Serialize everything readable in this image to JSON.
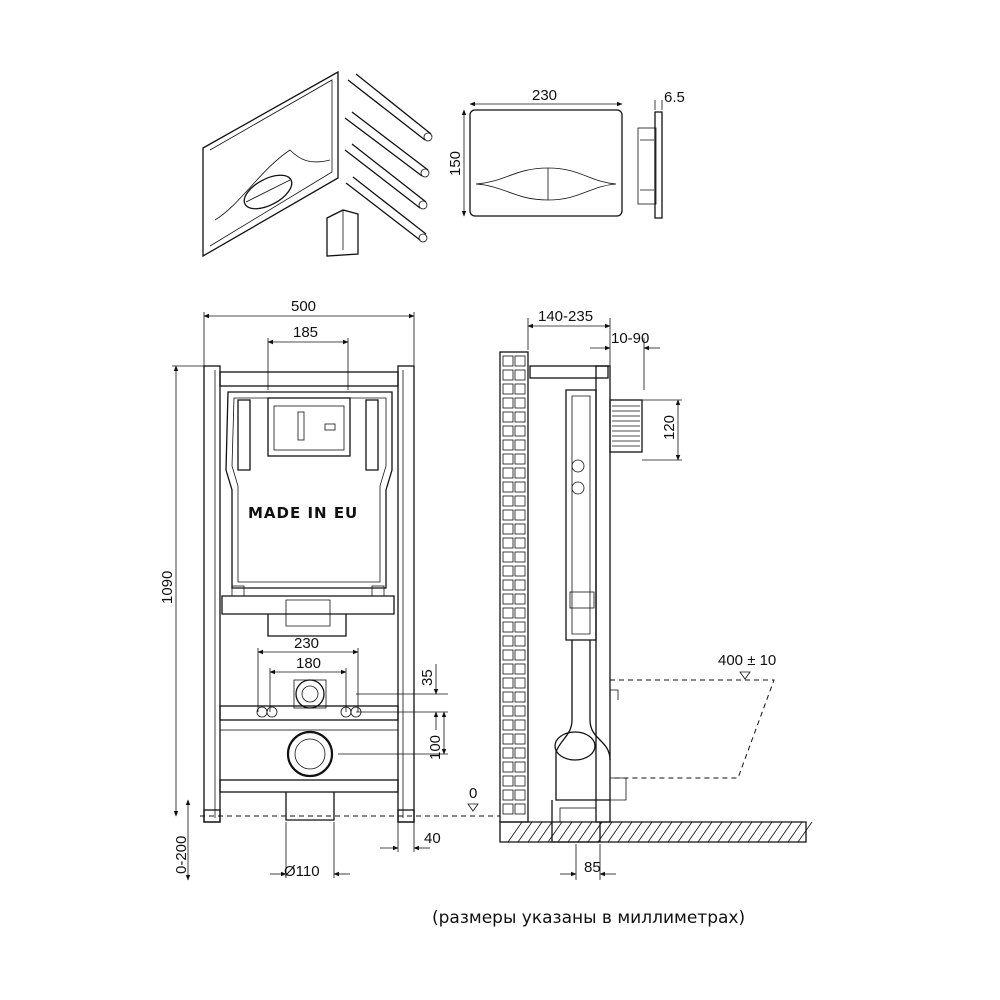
{
  "panel_top": {
    "width": "230",
    "height": "150",
    "depth": "6.5"
  },
  "frame": {
    "width": "500",
    "plate_width": "185",
    "height": "1090",
    "adjust": "0-200",
    "stamp": "MADE IN EU",
    "bolt_outer": "230",
    "bolt_inner": "180",
    "h35": "35",
    "h100": "100",
    "foot": "40",
    "drain": "Ø110"
  },
  "side": {
    "depth": "140-235",
    "offset": "10-90",
    "inlet": "120",
    "bowl_height": "400 ± 10",
    "zero": "0",
    "drain_offset": "85"
  },
  "note": "(размеры указаны в миллиметрах)"
}
